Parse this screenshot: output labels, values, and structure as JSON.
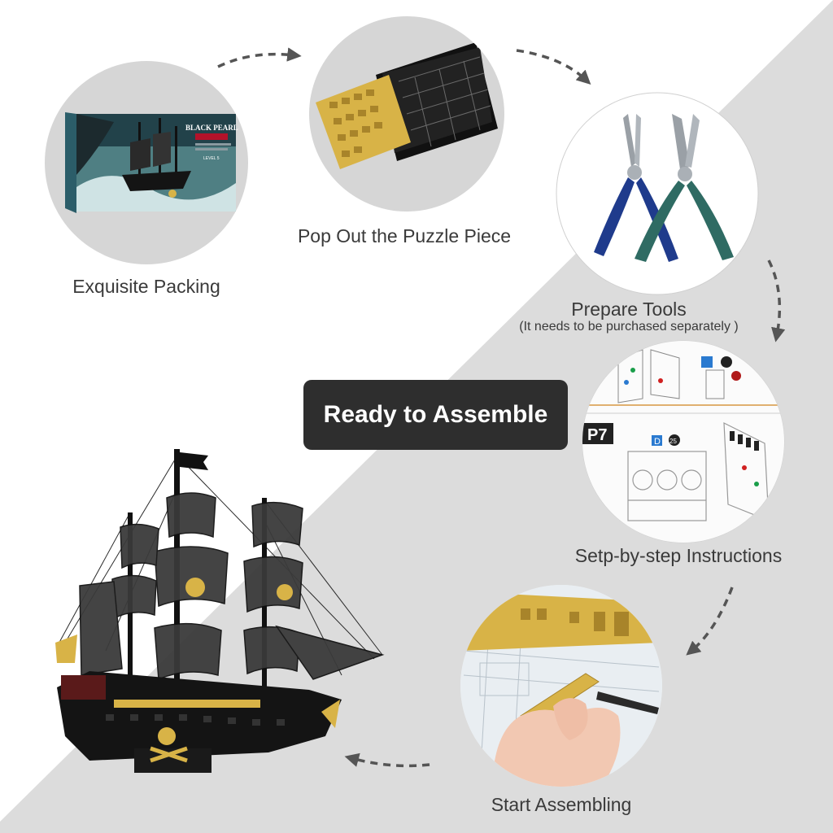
{
  "steps": [
    {
      "label": "Exquisite Packing"
    },
    {
      "label": "Pop Out the Puzzle Piece"
    },
    {
      "label": "Prepare Tools",
      "note": "(It needs to be purchased separately  )"
    },
    {
      "label": "Setp-by-step Instructions"
    },
    {
      "label": "Start Assembling"
    }
  ],
  "center_badge": {
    "label": "Ready to Assemble"
  },
  "box_art": {
    "title": "BLACK PEARL",
    "level": "LEVEL 5"
  },
  "instruction_sheet": {
    "page": "P7",
    "part_letter": "D",
    "part_number": "25"
  },
  "colors": {
    "background_diagonal": "#dcdcdc",
    "circle_fill": "#d6d6d6",
    "badge": "#2e2e2e",
    "gold": "#d8b347",
    "plier_blue": "#1f3b8c",
    "plier_green": "#2f6b63"
  }
}
